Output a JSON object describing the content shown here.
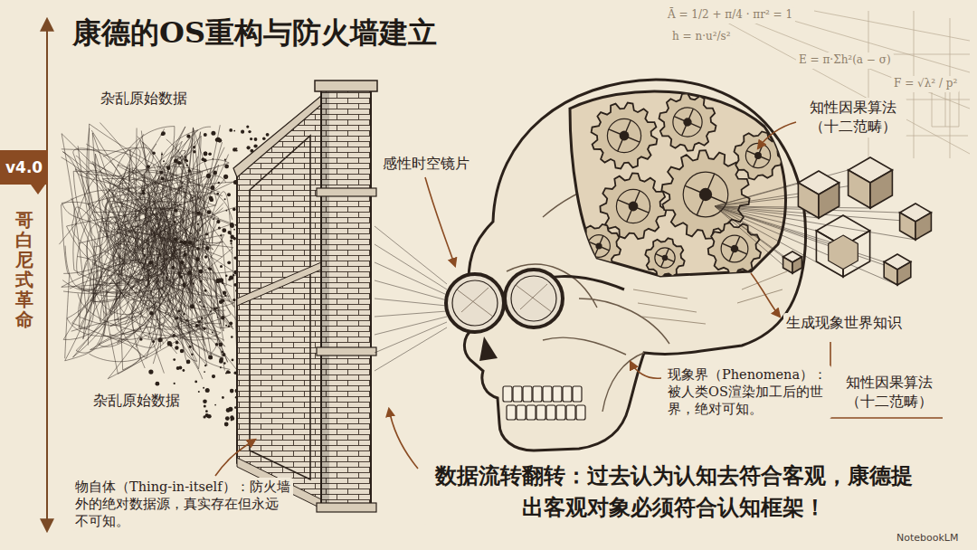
{
  "diagram": {
    "title": "康德的OS重构与防火墙建立",
    "caption": "数据流转翻转：过去认为认知去符合客观，康德提出客观对象必须符合认知框架！",
    "nodes": [
      {
        "text": [
          "v4.0"
        ]
      }
    ],
    "labels": [
      "哥白尼式革命",
      "杂乱原始数据",
      "杂乱原始数据",
      "感性时空镜片",
      "知性因果算法（十二范畴）",
      "生成现象世界知识",
      "知性因果算法（十二范畴）",
      "现象界（Phenomena）：被人类OS渲染加工后的世界，绝对可知。",
      "物自体（Thing-in-itself）：防火墙外的绝对数据源，真实存在但永远不可知。",
      "NotebookLM",
      "Ā = 1/2 + π/4 · πr² = 1",
      "h = n·u²/s²",
      "E = π·Σh²(a − σ)",
      "F = √λ² / p²"
    ]
  }
}
